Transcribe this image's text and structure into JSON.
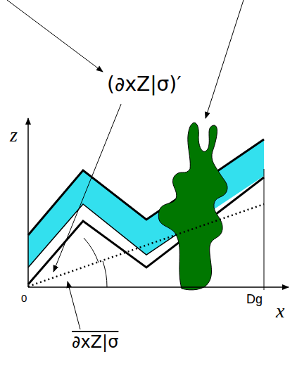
{
  "diagram": {
    "labels": [
      "(∂xZ|σ)′",
      "z",
      "x",
      "0",
      "Dg",
      "∂xZ|σ"
    ]
  }
}
